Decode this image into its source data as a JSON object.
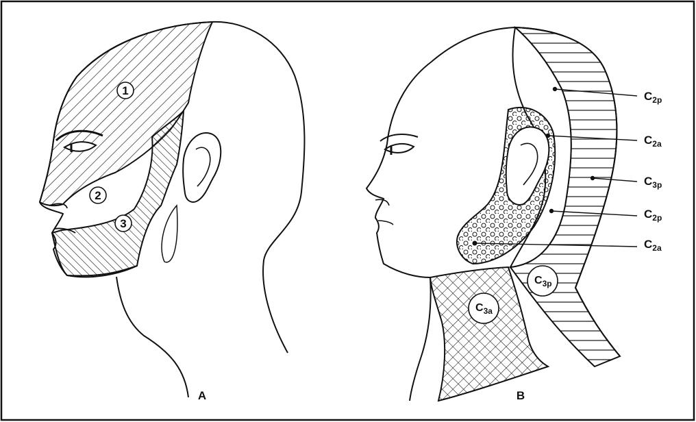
{
  "panels": {
    "a": {
      "label": "A",
      "zones": [
        "1",
        "2",
        "3"
      ]
    },
    "b": {
      "label": "B",
      "callouts": [
        {
          "base": "C",
          "sub": "2p"
        },
        {
          "base": "C",
          "sub": "2a"
        },
        {
          "base": "C",
          "sub": "3p"
        },
        {
          "base": "C",
          "sub": "2p"
        },
        {
          "base": "C",
          "sub": "2a"
        }
      ],
      "circled": [
        {
          "base": "C",
          "sub": "3a"
        },
        {
          "base": "C",
          "sub": "3p"
        }
      ]
    }
  }
}
